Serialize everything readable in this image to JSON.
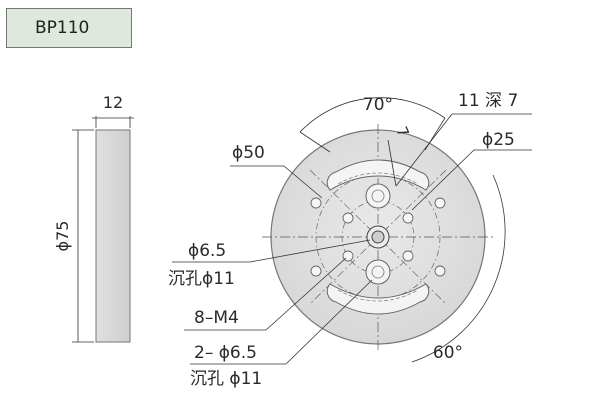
{
  "part_id": "BP110",
  "side_view": {
    "thickness": "12",
    "diameter": "ϕ75"
  },
  "front_view": {
    "angle_top": "70°",
    "counterbore_depth_small": "7",
    "counterbore_spec": "11 深 7",
    "bolt_circle_outer": "ϕ50",
    "bolt_circle_inner": "ϕ25",
    "center_hole": "ϕ6.5",
    "center_counterbore": "沉孔ϕ11",
    "tapped_holes": "8–M4",
    "slot_holes": "2– ϕ6.5",
    "slot_counterbore": "沉孔 ϕ11",
    "angle_bottom": "60°"
  }
}
